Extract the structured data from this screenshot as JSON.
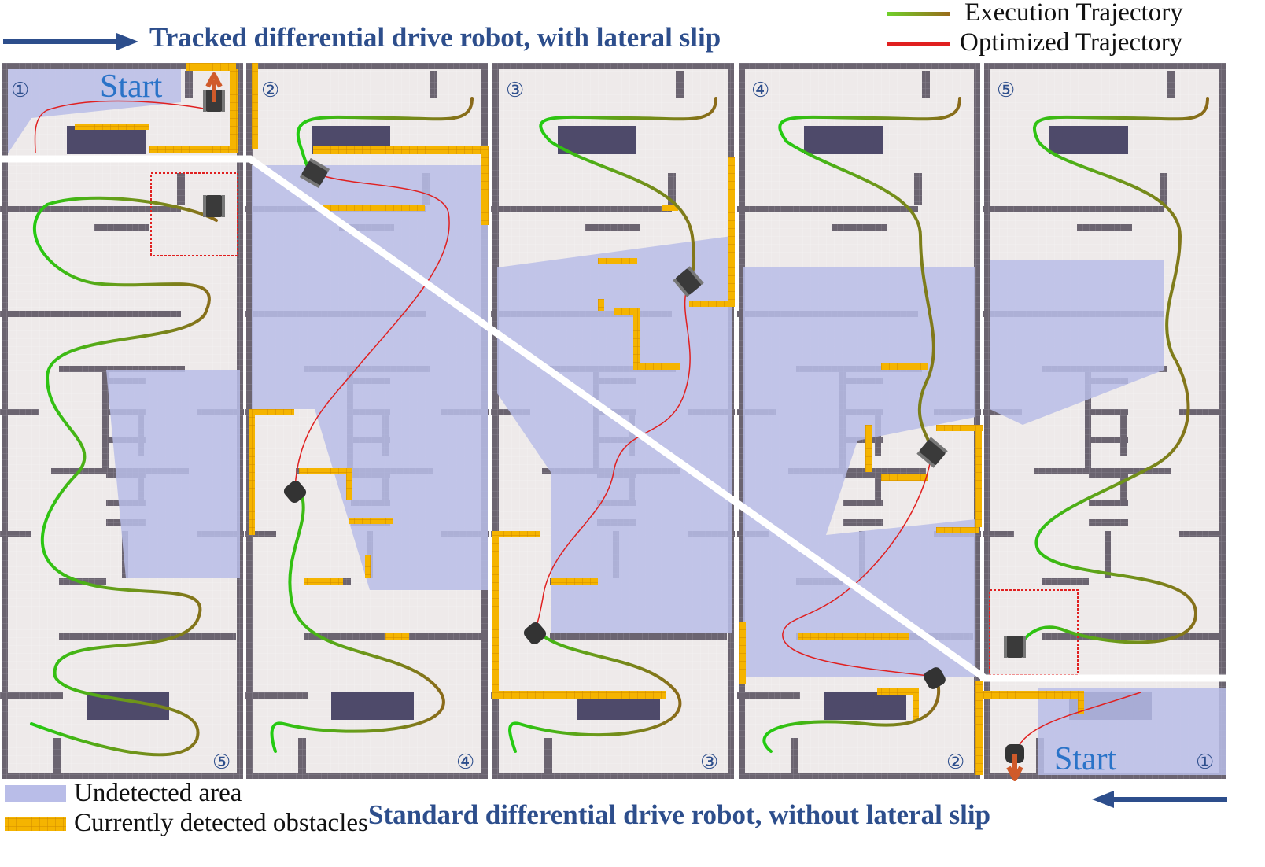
{
  "figure": {
    "title_top": "Tracked differential drive robot, with lateral slip",
    "title_bottom": "Standard differential drive robot, without lateral slip",
    "start_label": "Start",
    "legend": {
      "execution": "Execution Trajectory",
      "optimized": "Optimized Trajectory",
      "undetected": "Undetected area",
      "obstacles": "Currently detected obstacles"
    },
    "panel_numbers_top": [
      "①",
      "②",
      "③",
      "④",
      "⑤"
    ],
    "panel_numbers_bottom": [
      "⑤",
      "④",
      "③",
      "②",
      "①"
    ],
    "colors": {
      "title": "#2d4e8c",
      "arrow": "#2d4e8c",
      "map_bg": "#eeeaea",
      "wall": "#6b6470",
      "wall_dark": "#4e4a6a",
      "undetected": "#b9bde8",
      "obstacle": "#f5b400",
      "optimized": "#e02020",
      "exec_start": "#00cc00",
      "exec_end": "#8a6a1a",
      "start_text": "#2a73c8",
      "robot_arrow": "#d05a2a"
    }
  }
}
